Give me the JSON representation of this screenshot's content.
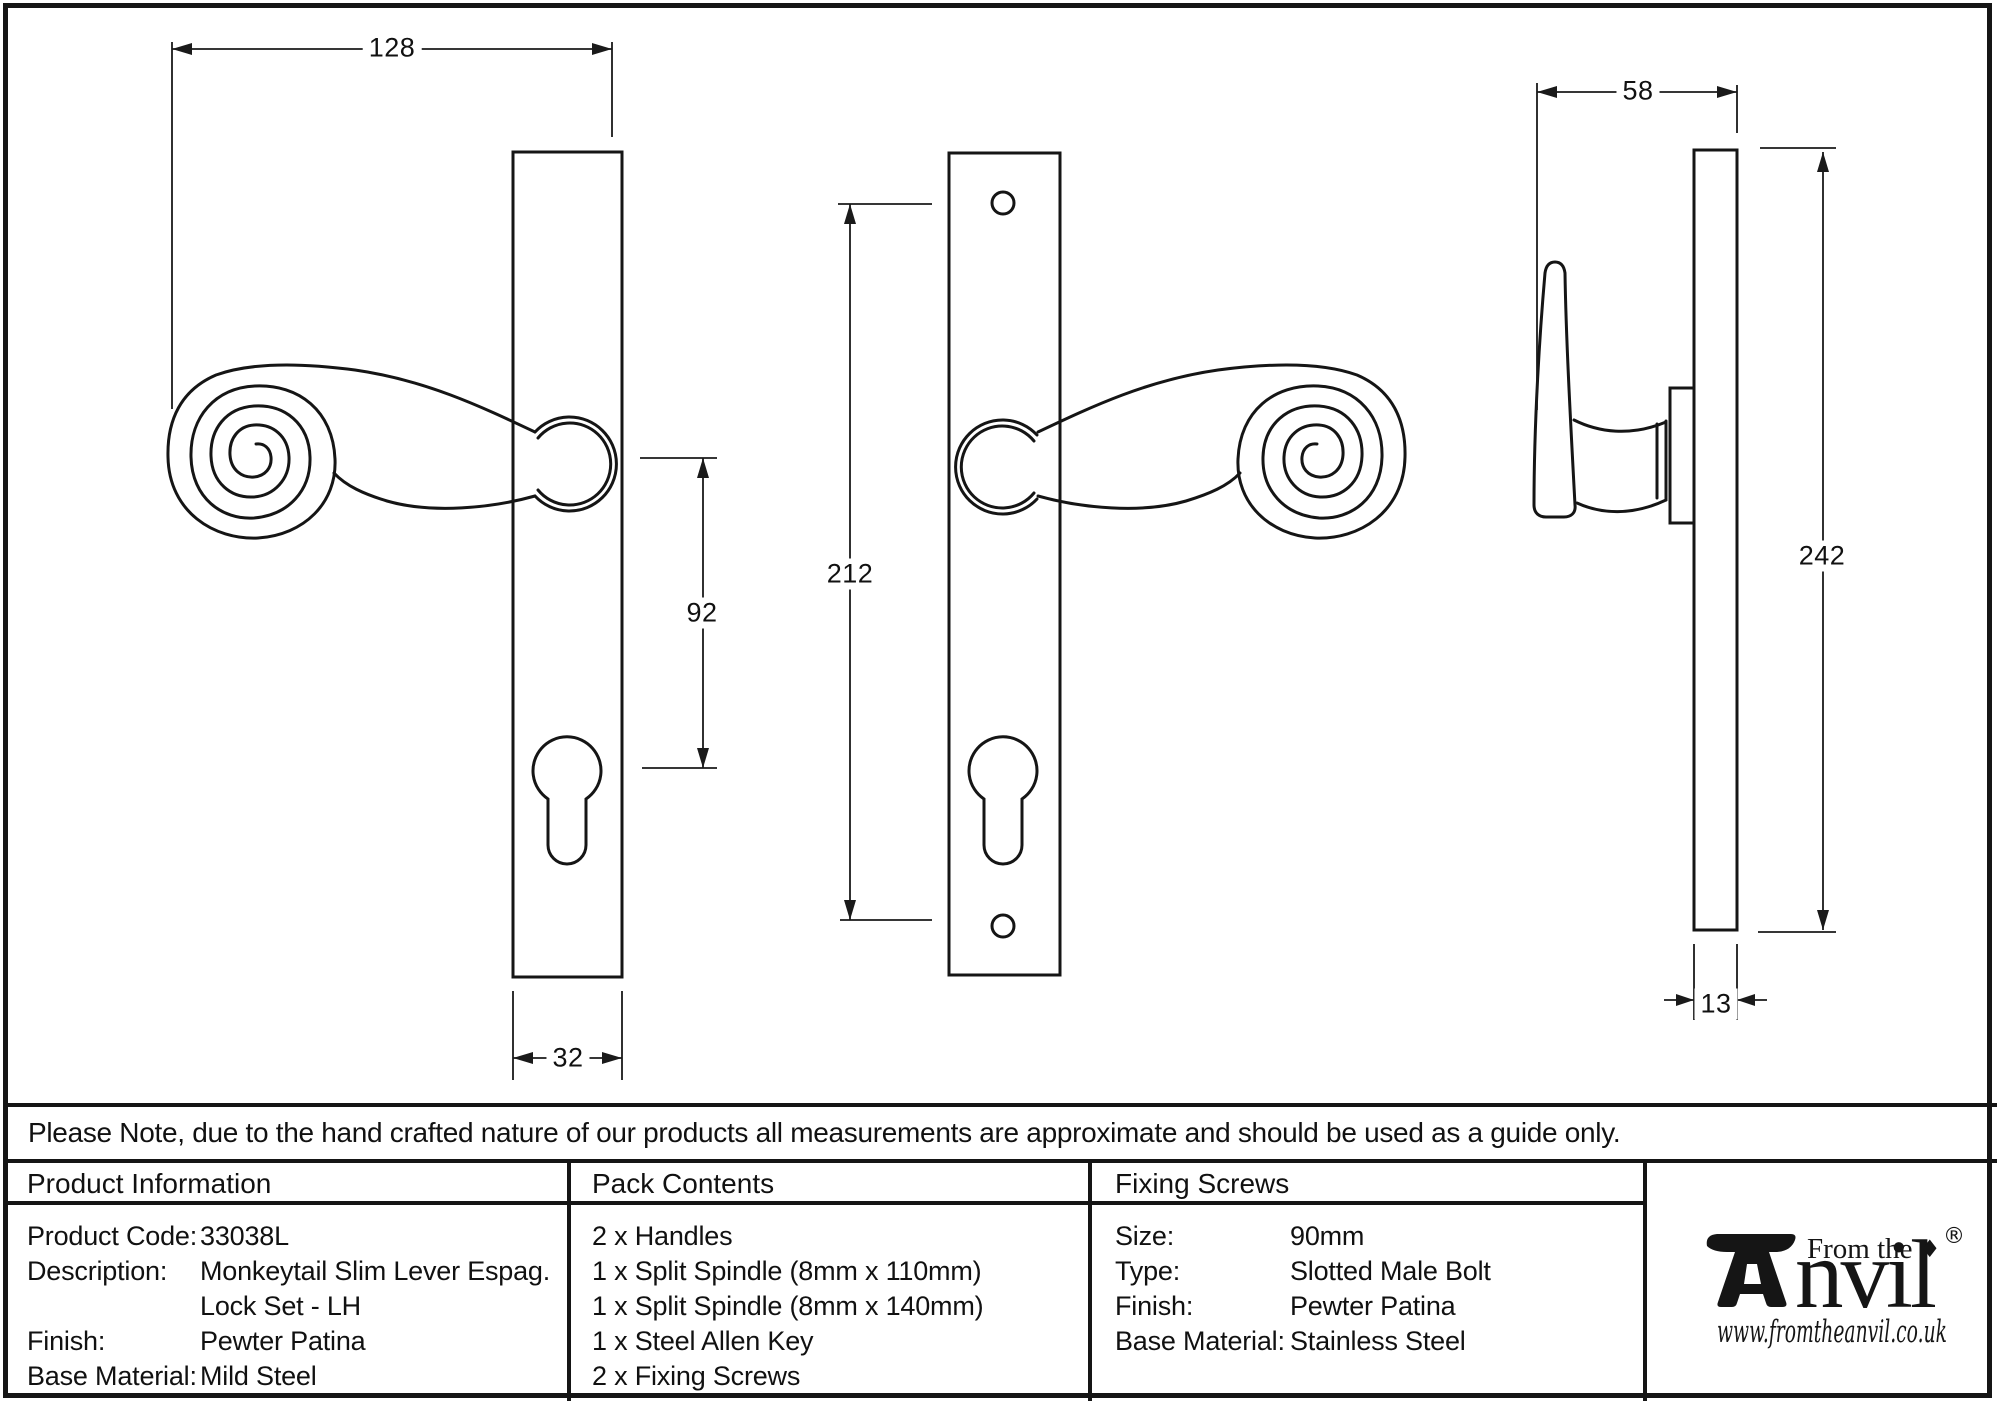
{
  "note": {
    "text": "Please Note, due to the hand crafted nature of our products all measurements are approximate and should be used as a guide only."
  },
  "dimensions": {
    "total_width": "128",
    "lever_to_keyhole": "92",
    "plate_width": "32",
    "screw_centres": "212",
    "side_width": "58",
    "plate_height": "242",
    "plate_thickness": "13"
  },
  "table": {
    "product_information": {
      "header": "Product Information",
      "rows": [
        {
          "label": "Product Code:",
          "value": "33038L"
        },
        {
          "label": "Description:",
          "value": "Monkeytail Slim Lever Espag."
        },
        {
          "label": "",
          "value": "Lock Set - LH"
        },
        {
          "label": "Finish:",
          "value": "Pewter Patina"
        },
        {
          "label": "Base Material:",
          "value": "Mild Steel"
        }
      ]
    },
    "pack_contents": {
      "header": "Pack Contents",
      "items": [
        "2 x Handles",
        "1 x Split Spindle (8mm x 110mm)",
        "1 x Split Spindle (8mm x 140mm)",
        "1 x Steel Allen Key",
        "2 x Fixing Screws"
      ]
    },
    "fixing_screws": {
      "header": "Fixing Screws",
      "rows": [
        {
          "label": "Size:",
          "value": "90mm"
        },
        {
          "label": "Type:",
          "value": "Slotted Male Bolt"
        },
        {
          "label": "Finish:",
          "value": "Pewter Patina"
        },
        {
          "label": "Base Material:",
          "value": "Stainless Steel"
        }
      ]
    }
  },
  "logo": {
    "from_the": "From the",
    "diamond": "♦",
    "brand_rest": "nvil",
    "registered": "®",
    "website": "www.fromtheanvil.co.uk"
  }
}
